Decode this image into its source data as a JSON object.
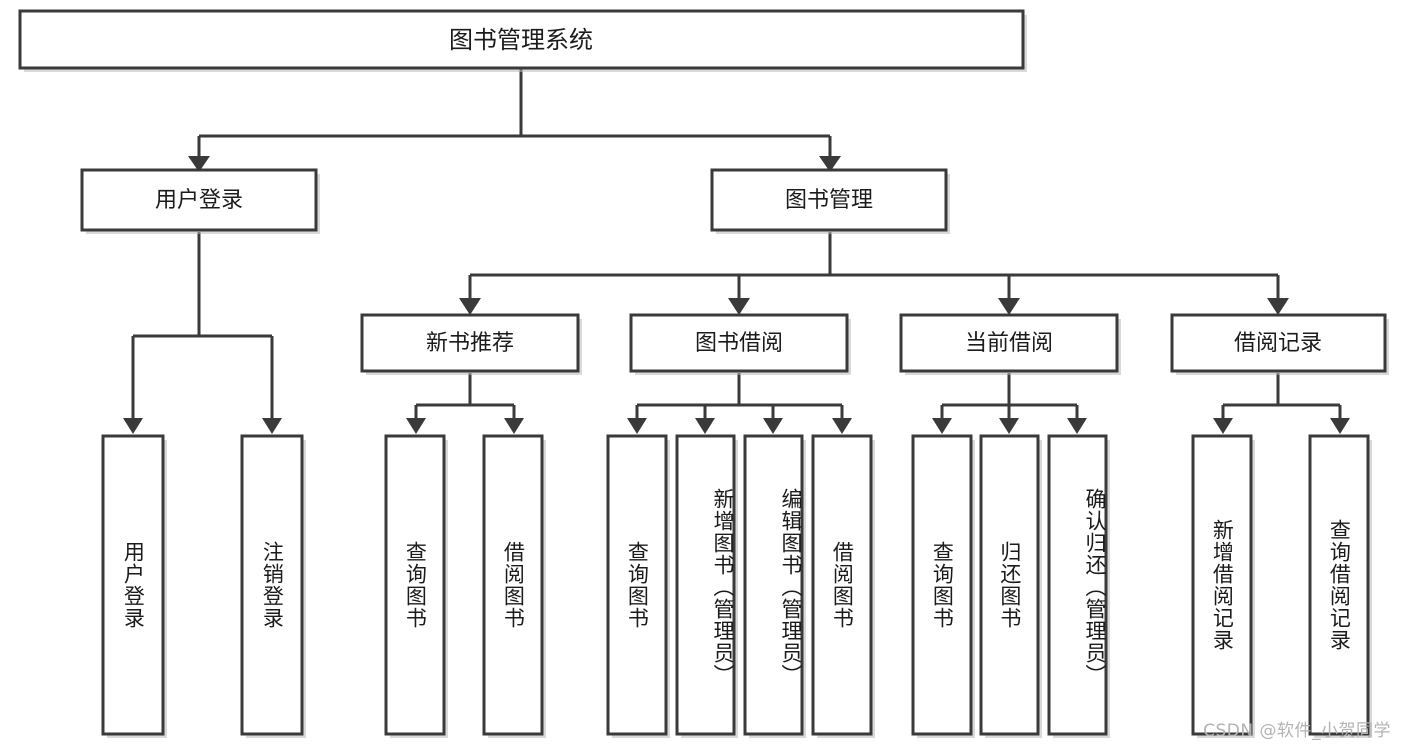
{
  "diagram": {
    "title": "图书管理系统",
    "type": "tree-hierarchy-diagram",
    "root": {
      "id": "root",
      "label": "图书管理系统"
    },
    "level2": [
      {
        "id": "user-login",
        "label": "用户登录"
      },
      {
        "id": "book-manage",
        "label": "图书管理"
      }
    ],
    "level3": [
      {
        "id": "new-book-recommend",
        "label": "新书推荐",
        "parent": "book-manage"
      },
      {
        "id": "book-borrow",
        "label": "图书借阅",
        "parent": "book-manage"
      },
      {
        "id": "current-borrow",
        "label": "当前借阅",
        "parent": "book-manage"
      },
      {
        "id": "borrow-record",
        "label": "借阅记录",
        "parent": "book-manage"
      }
    ],
    "leaves": [
      {
        "id": "leaf-user-login",
        "label": "用户登录",
        "parent": "user-login"
      },
      {
        "id": "leaf-logout-login",
        "label": "注销登录",
        "parent": "user-login"
      },
      {
        "id": "leaf-query-book-1",
        "label": "查询图书",
        "parent": "new-book-recommend"
      },
      {
        "id": "leaf-borrow-book-1",
        "label": "借阅图书",
        "parent": "new-book-recommend"
      },
      {
        "id": "leaf-query-book-2",
        "label": "查询图书",
        "parent": "book-borrow"
      },
      {
        "id": "leaf-add-book",
        "label": "新增图书（管理员）",
        "parent": "book-borrow"
      },
      {
        "id": "leaf-edit-book",
        "label": "编辑图书（管理员）",
        "parent": "book-borrow"
      },
      {
        "id": "leaf-borrow-book-2",
        "label": "借阅图书",
        "parent": "book-borrow"
      },
      {
        "id": "leaf-query-book-3",
        "label": "查询图书",
        "parent": "current-borrow"
      },
      {
        "id": "leaf-return-book",
        "label": "归还图书",
        "parent": "current-borrow"
      },
      {
        "id": "leaf-confirm-return",
        "label": "确认归还（管理员）",
        "parent": "current-borrow"
      },
      {
        "id": "leaf-add-record",
        "label": "新增借阅记录",
        "parent": "borrow-record"
      },
      {
        "id": "leaf-query-record",
        "label": "查询借阅记录",
        "parent": "borrow-record"
      }
    ],
    "colors": {
      "box_fill": "#ffffff",
      "box_stroke": "#3a3a3a",
      "connector": "#3a3a3a",
      "text": "#1b1b1b",
      "watermark": "#b3b3b3",
      "background": "#ffffff"
    }
  },
  "watermark": {
    "text": "CSDN @软件_小贺同学"
  }
}
